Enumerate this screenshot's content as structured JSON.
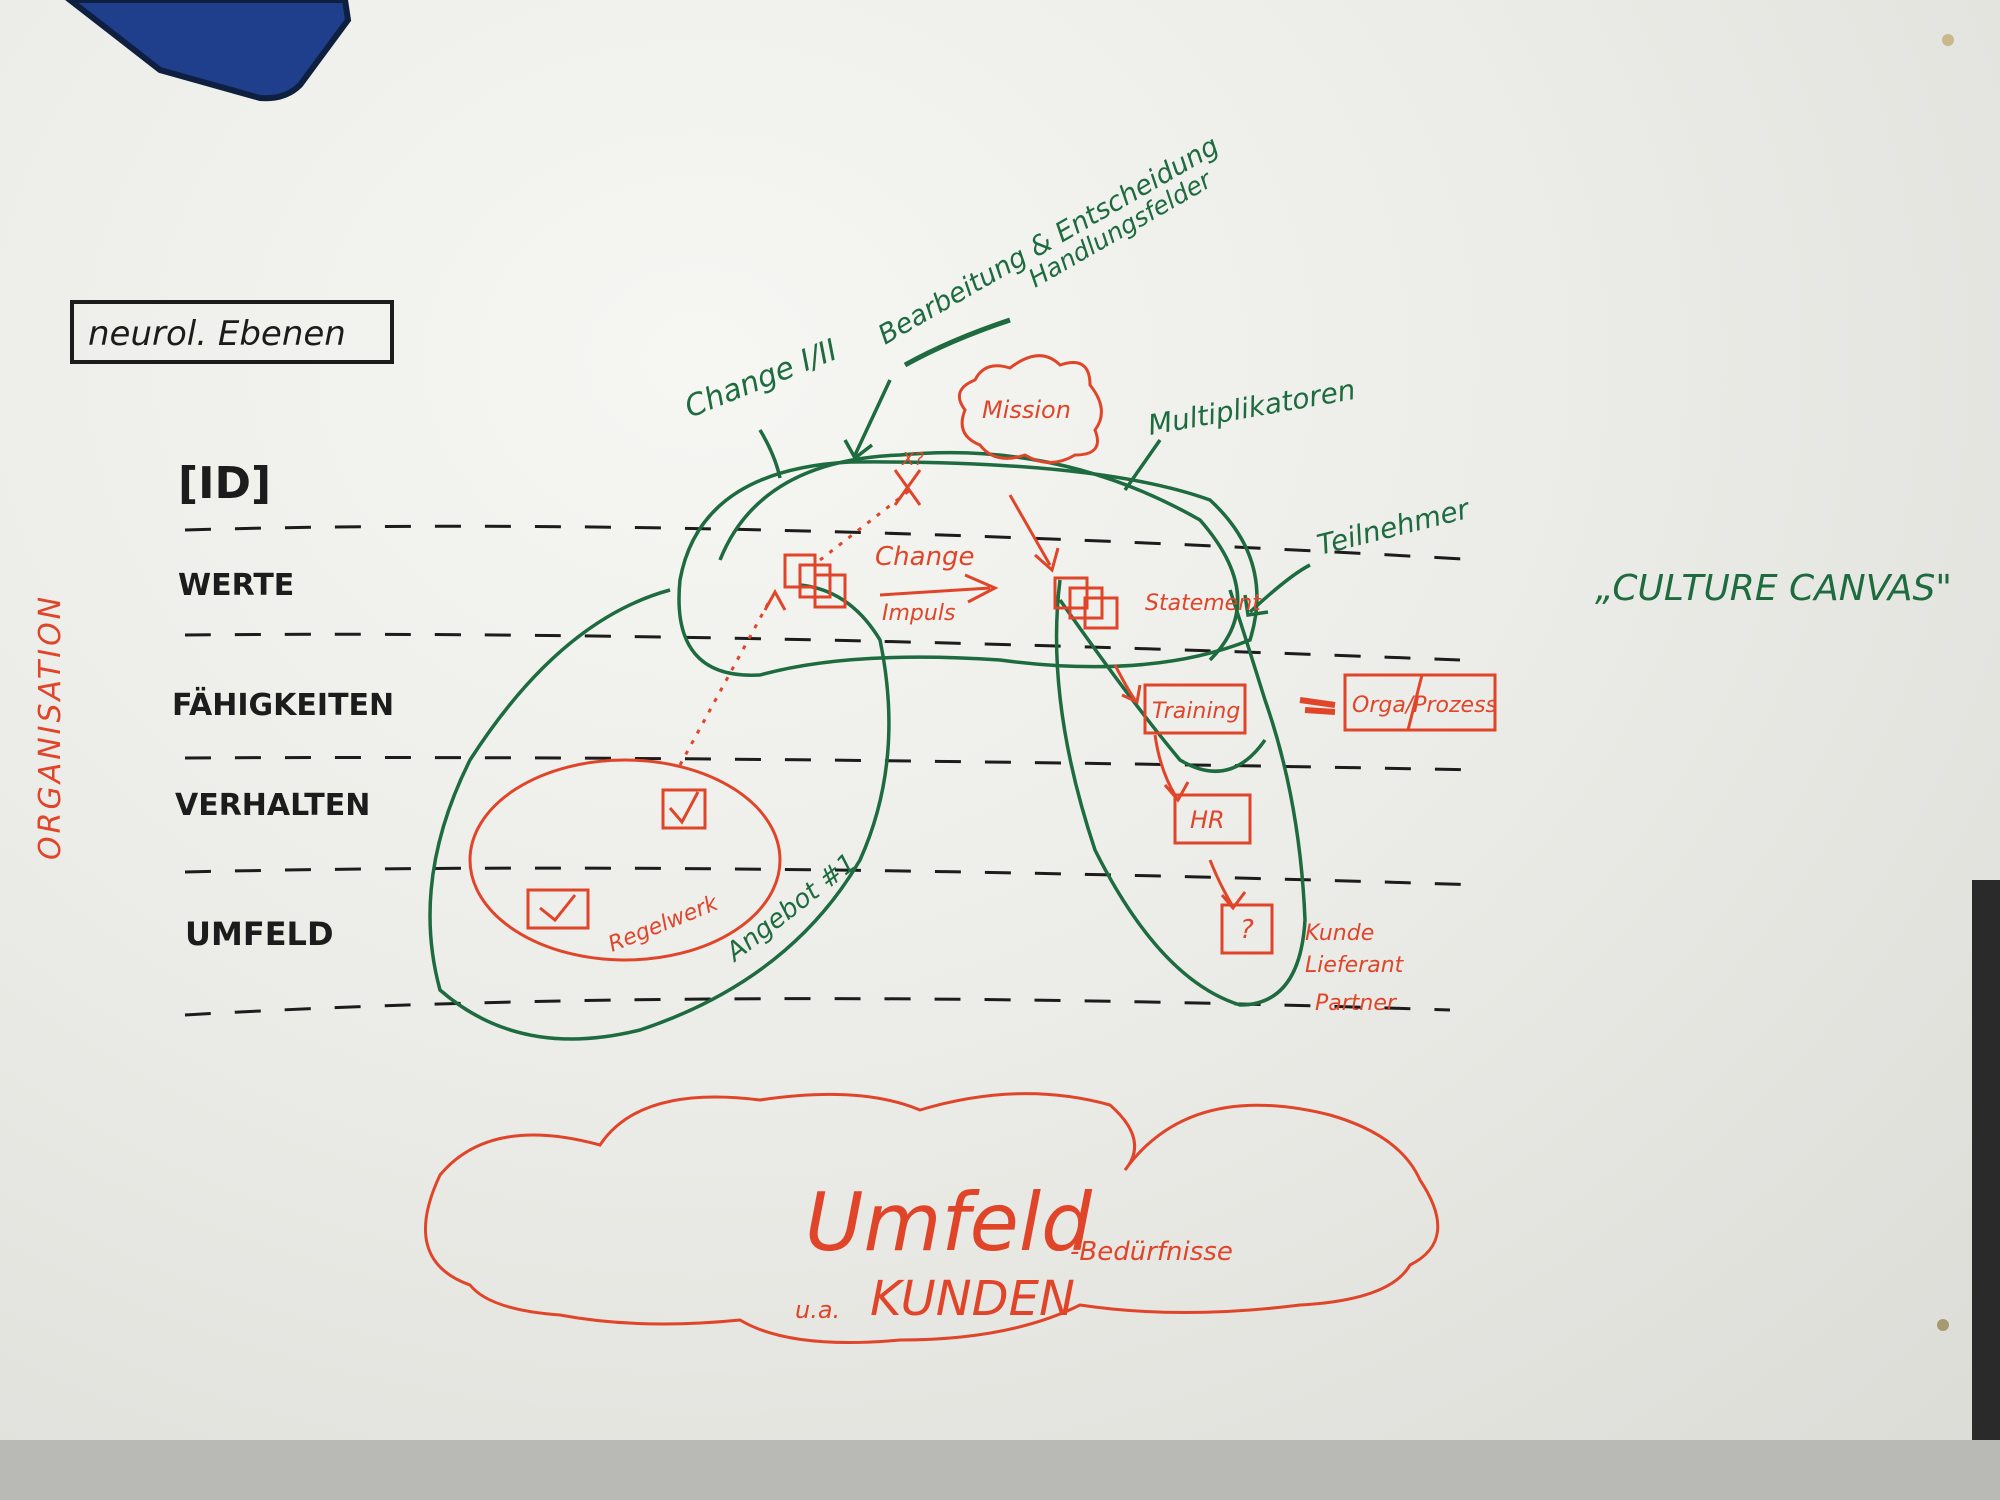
{
  "title": "neurol. Ebenen",
  "side_label": "ORGANISATION",
  "levels": [
    "[ID]",
    "WERTE",
    "FÄHIGKEITEN",
    "VERHALTEN",
    "UMFELD"
  ],
  "annotations": {
    "change": "Change I/II",
    "bearbeitung_line1": "Bearbeitung & Entscheidung",
    "bearbeitung_line2": "Handlungsfelder",
    "multiplikatoren": "Multiplikatoren",
    "teilnehmer": "Teilnehmer",
    "culture_canvas": "„CULTURE CANVAS\"",
    "angebot": "Angebot #1",
    "kunde_line1": "Kunde",
    "kunde_line2": "Lieferant",
    "kunde_line3": "Partner"
  },
  "red_items": {
    "mission": "Mission",
    "change_label": "Change",
    "impuls": "Impuls",
    "statement": "Statement",
    "training": "Training",
    "orga_prozess": "Orga/Prozess",
    "hr": "HR",
    "question": "?",
    "regelwerk": "Regelwerk",
    "cross": "X?"
  },
  "cloud": {
    "title": "Umfeld",
    "subtitle_prefix": "u.a.",
    "subtitle_main": "KUNDEN",
    "subtitle_suffix": "-Bedürfnisse"
  },
  "colors": {
    "ink_black": "#1c1c1c",
    "ink_green": "#1d6b3f",
    "ink_red": "#e0452a",
    "magnet": "#1f3f8c"
  }
}
